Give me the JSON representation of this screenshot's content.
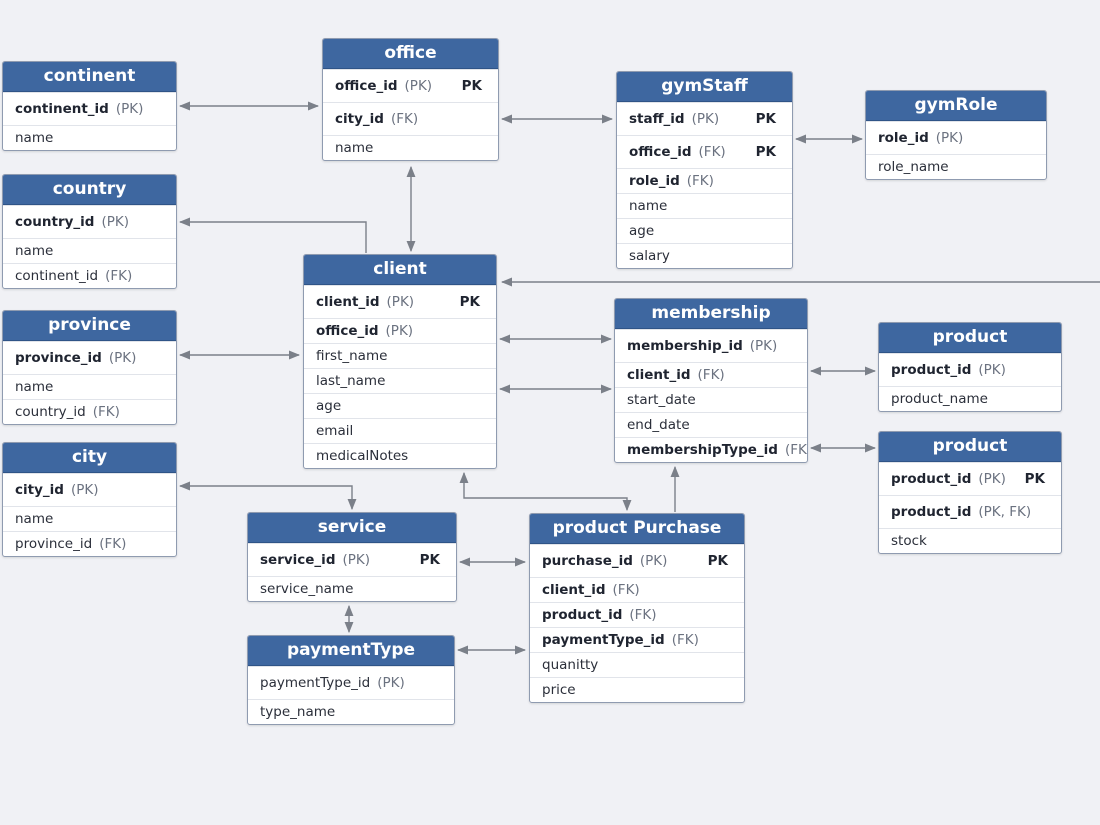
{
  "colors": {
    "header": "#3e67a0",
    "line": "#7b8089",
    "background": "#f0f1f5"
  },
  "entities": {
    "continent": {
      "title": "continent",
      "rows": [
        {
          "name": "continent_id",
          "tag": "(PK)",
          "key": true,
          "badge": ""
        },
        {
          "name": "name",
          "tag": "",
          "key": false,
          "badge": ""
        }
      ]
    },
    "country": {
      "title": "country",
      "rows": [
        {
          "name": "country_id",
          "tag": "(PK)",
          "key": true,
          "badge": ""
        },
        {
          "name": "name",
          "tag": "",
          "key": false,
          "badge": ""
        },
        {
          "name": "continent_id",
          "tag": "(FK)",
          "key": false,
          "badge": ""
        }
      ]
    },
    "province": {
      "title": "province",
      "rows": [
        {
          "name": "province_id",
          "tag": "(PK)",
          "key": true,
          "badge": ""
        },
        {
          "name": "name",
          "tag": "",
          "key": false,
          "badge": ""
        },
        {
          "name": "country_id",
          "tag": "(FK)",
          "key": false,
          "badge": ""
        }
      ]
    },
    "city": {
      "title": "city",
      "rows": [
        {
          "name": "city_id",
          "tag": "(PK)",
          "key": true,
          "badge": ""
        },
        {
          "name": "name",
          "tag": "",
          "key": false,
          "badge": ""
        },
        {
          "name": "province_id",
          "tag": "(FK)",
          "key": false,
          "badge": ""
        }
      ]
    },
    "office": {
      "title": "office",
      "rows": [
        {
          "name": "office_id",
          "tag": "(PK)",
          "key": true,
          "badge": "PK"
        },
        {
          "name": "city_id",
          "tag": "(FK)",
          "key": true,
          "badge": ""
        },
        {
          "name": "name",
          "tag": "",
          "key": false,
          "badge": ""
        }
      ]
    },
    "gymStaff": {
      "title": "gymStaff",
      "rows": [
        {
          "name": "staff_id",
          "tag": "(PK)",
          "key": true,
          "badge": "PK"
        },
        {
          "name": "office_id",
          "tag": "(FK)",
          "key": true,
          "badge": "PK"
        },
        {
          "name": "role_id",
          "tag": "(FK)",
          "key": true,
          "badge": ""
        },
        {
          "name": "name",
          "tag": "",
          "key": false,
          "badge": ""
        },
        {
          "name": "age",
          "tag": "",
          "key": false,
          "badge": ""
        },
        {
          "name": "salary",
          "tag": "",
          "key": false,
          "badge": ""
        }
      ]
    },
    "gymRole": {
      "title": "gymRole",
      "rows": [
        {
          "name": "role_id",
          "tag": "(PK)",
          "key": true,
          "badge": ""
        },
        {
          "name": "role_name",
          "tag": "",
          "key": false,
          "badge": ""
        }
      ]
    },
    "client": {
      "title": "client",
      "rows": [
        {
          "name": "client_id",
          "tag": "(PK)",
          "key": true,
          "badge": "PK"
        },
        {
          "name": "office_id",
          "tag": "(PK)",
          "key": true,
          "badge": ""
        },
        {
          "name": "first_name",
          "tag": "",
          "key": false,
          "badge": ""
        },
        {
          "name": "last_name",
          "tag": "",
          "key": false,
          "badge": ""
        },
        {
          "name": "age",
          "tag": "",
          "key": false,
          "badge": ""
        },
        {
          "name": "email",
          "tag": "",
          "key": false,
          "badge": ""
        },
        {
          "name": "medicalNotes",
          "tag": "",
          "key": false,
          "badge": ""
        }
      ]
    },
    "membership": {
      "title": "membership",
      "rows": [
        {
          "name": "membership_id",
          "tag": "(PK)",
          "key": true,
          "badge": ""
        },
        {
          "name": "client_id",
          "tag": "(FK)",
          "key": true,
          "badge": ""
        },
        {
          "name": "start_date",
          "tag": "",
          "key": false,
          "badge": ""
        },
        {
          "name": "end_date",
          "tag": "",
          "key": false,
          "badge": ""
        },
        {
          "name": "membershipType_id",
          "tag": "(FK)",
          "key": true,
          "badge": ""
        }
      ]
    },
    "product1": {
      "title": "product",
      "rows": [
        {
          "name": "product_id",
          "tag": "(PK)",
          "key": true,
          "badge": ""
        },
        {
          "name": "product_name",
          "tag": "",
          "key": false,
          "badge": ""
        }
      ]
    },
    "product2": {
      "title": "product",
      "rows": [
        {
          "name": "product_id",
          "tag": "(PK)",
          "key": true,
          "badge": "PK"
        },
        {
          "name": "product_id",
          "tag": "(PK, FK)",
          "key": true,
          "badge": ""
        },
        {
          "name": "stock",
          "tag": "",
          "key": false,
          "badge": ""
        }
      ]
    },
    "service": {
      "title": "service",
      "rows": [
        {
          "name": "service_id",
          "tag": "(PK)",
          "key": true,
          "badge": "PK"
        },
        {
          "name": "service_name",
          "tag": "",
          "key": false,
          "badge": ""
        }
      ]
    },
    "paymentType": {
      "title": "paymentType",
      "rows": [
        {
          "name": "paymentType_id",
          "tag": "(PK)",
          "key": false,
          "badge": ""
        },
        {
          "name": "type_name",
          "tag": "",
          "key": false,
          "badge": ""
        }
      ]
    },
    "productPurchase": {
      "title": "product Purchase",
      "rows": [
        {
          "name": "purchase_id",
          "tag": "(PK)",
          "key": true,
          "badge": "PK"
        },
        {
          "name": "client_id",
          "tag": "(FK)",
          "key": true,
          "badge": ""
        },
        {
          "name": "product_id",
          "tag": "(FK)",
          "key": true,
          "badge": ""
        },
        {
          "name": "paymentType_id",
          "tag": "(FK)",
          "key": true,
          "badge": ""
        },
        {
          "name": "quanitty",
          "tag": "",
          "key": false,
          "badge": ""
        },
        {
          "name": "price",
          "tag": "",
          "key": false,
          "badge": ""
        }
      ]
    }
  }
}
